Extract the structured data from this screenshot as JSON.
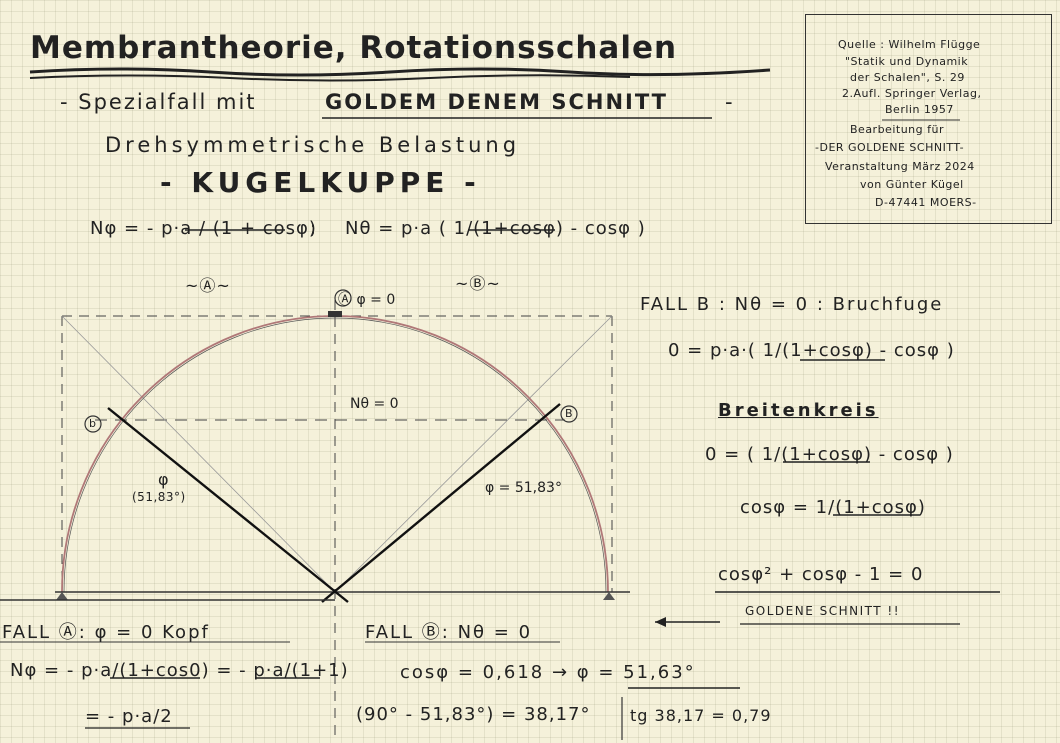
{
  "title": "Membrantheorie, Rotationsschalen",
  "subtitle_prefix": "- Spezialfall mit",
  "subtitle_highlight": "GOLDEM DENEM SCHNITT",
  "subtitle_suffix": "-",
  "load_case": "Drehsymmetrische Belastung",
  "shape": "- KUGELKUPPE -",
  "source_box": {
    "lines": [
      "Quelle : Wilhelm Flügge",
      "\"Statik und Dynamik",
      "der Schalen\", S. 29",
      "2.Aufl. Springer Verlag,",
      "Berlin 1957",
      "Bearbeitung für",
      "-DER GOLDENE SCHNITT-",
      "Veranstaltung März 2024",
      "von Günter Kügel",
      "D-47441 MOERS-"
    ]
  },
  "formulas": {
    "n_phi": "Nφ = - p·a / (1 + cosφ)",
    "separator": ";",
    "n_theta": "Nθ = p·a ( 1/(1+cosφ) - cosφ )",
    "label_a": "~Ⓐ~",
    "label_b": "~Ⓑ~"
  },
  "diagram": {
    "top_label": "Ⓐ φ = 0",
    "mid_label": "Nθ = 0",
    "left_marker": "b",
    "right_marker": "B",
    "left_angle": "φ",
    "left_value": "(51,83°)",
    "right_angle": "φ = 51,83°"
  },
  "fall_b": {
    "heading": "FALL B : Nθ = 0 : Bruchfuge",
    "eq1": "0 = p·a·( 1/(1+cosφ) - cosφ )",
    "breitenkreis": "Breitenkreis",
    "eq2": "0 = ( 1/(1+cosφ) - cosφ )",
    "eq3": "cosφ = 1/(1+cosφ)",
    "eq4": "cosφ² + cosφ - 1 = 0",
    "golden": "GOLDENE SCHNITT !!"
  },
  "fall_a_bottom": {
    "heading": "FALL Ⓐ: φ = 0   Kopf",
    "eq1": "Nφ = - p·a/(1+cos0) = - p·a/(1+1)",
    "eq2": "= - p·a/2"
  },
  "fall_b_bottom": {
    "heading": "FALL Ⓑ: Nθ = 0",
    "eq1": "cosφ = 0,618  →  φ = 51,63°",
    "eq2": "(90° - 51,83°) = 38,17°",
    "eq3": "tg 38,17 = 0,79"
  }
}
